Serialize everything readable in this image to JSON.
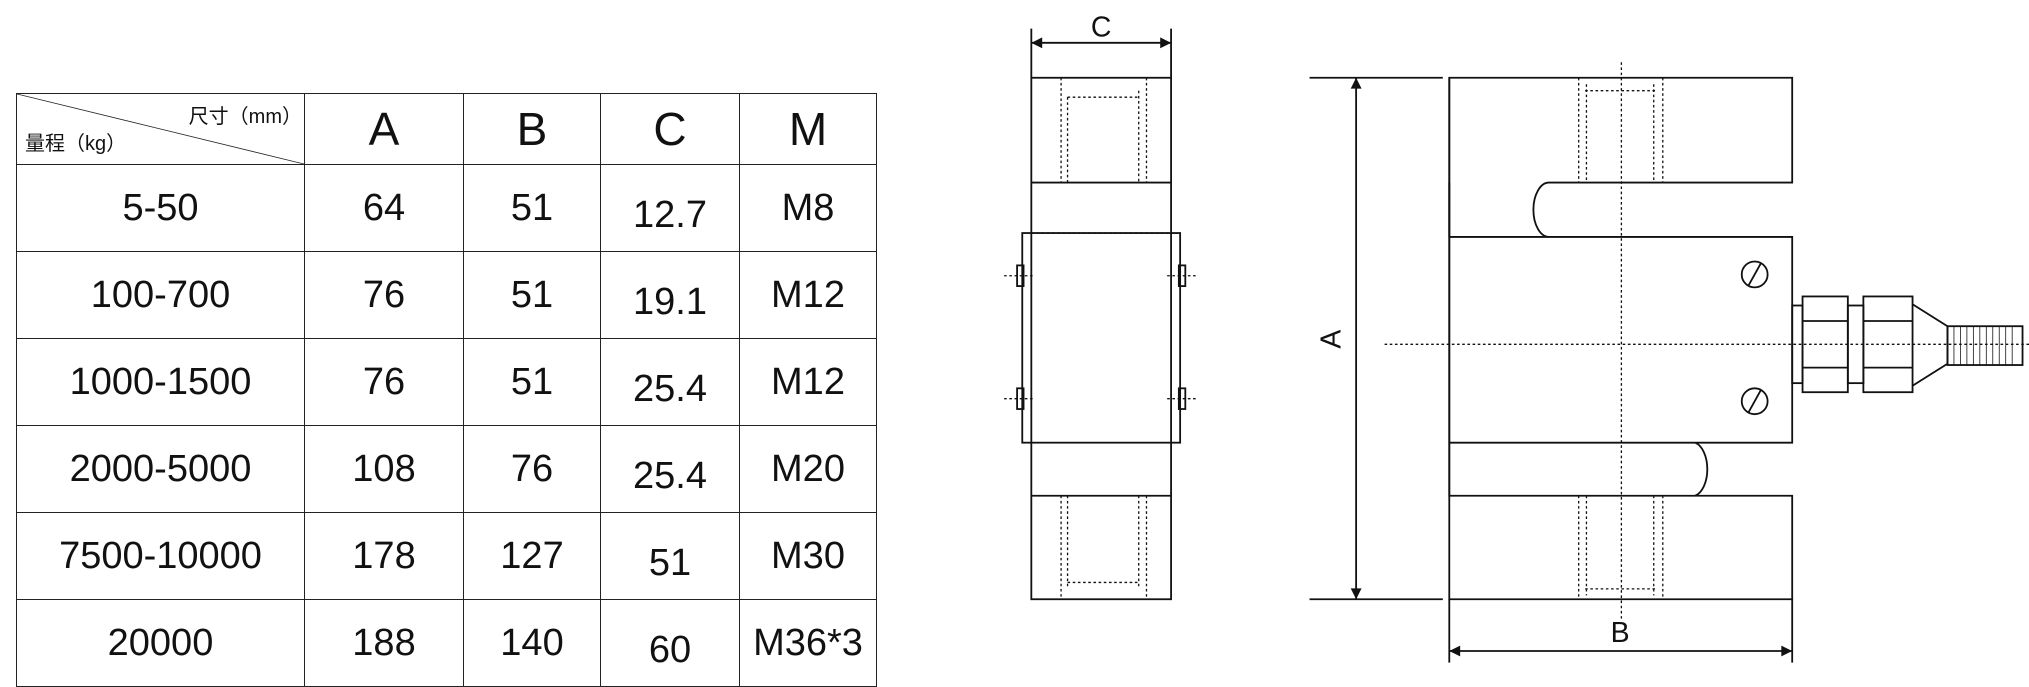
{
  "table": {
    "corner_top": "尺寸（mm）",
    "corner_bottom": "量程（kg）",
    "columns": [
      "A",
      "B",
      "C",
      "M"
    ],
    "rows": [
      {
        "range": "5-50",
        "A": "64",
        "B": "51",
        "C": "12.7",
        "M": "M8"
      },
      {
        "range": "100-700",
        "A": "76",
        "B": "51",
        "C": "19.1",
        "M": "M12"
      },
      {
        "range": "1000-1500",
        "A": "76",
        "B": "51",
        "C": "25.4",
        "M": "M12"
      },
      {
        "range": "2000-5000",
        "A": "108",
        "B": "76",
        "C": "25.4",
        "M": "M20"
      },
      {
        "range": "7500-10000",
        "A": "178",
        "B": "127",
        "C": "51",
        "M": "M30"
      },
      {
        "range": "20000",
        "A": "188",
        "B": "140",
        "C": "60",
        "M": "M36*3"
      }
    ]
  },
  "drawing": {
    "label_c": "C",
    "label_a": "A",
    "label_b": "B"
  }
}
